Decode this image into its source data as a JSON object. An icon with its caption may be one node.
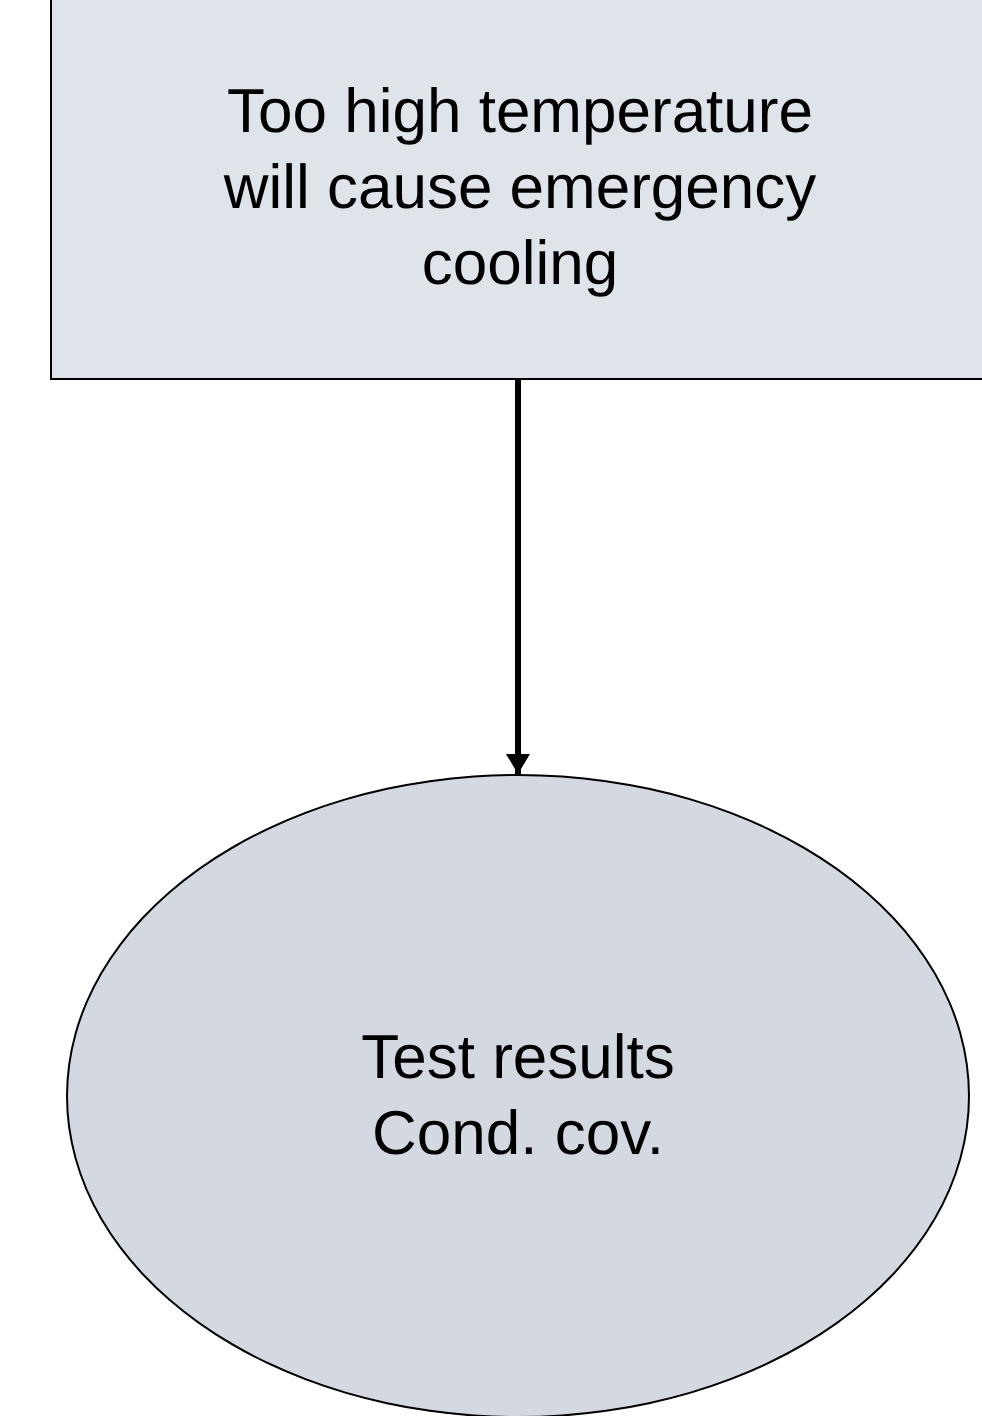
{
  "diagram": {
    "nodes": [
      {
        "text": [
          "Too high temperature will cause emergency cooling"
        ]
      },
      {
        "text": [
          "Test results Cond. cov."
        ]
      }
    ],
    "edges": [
      {
        "from": 0,
        "to": 1,
        "arrow": "to"
      }
    ]
  }
}
